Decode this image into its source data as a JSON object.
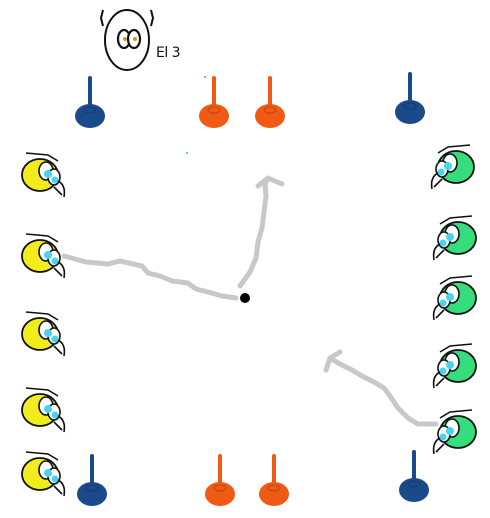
{
  "referee": {
    "label": "El 3",
    "icon": "referee-face-icon"
  },
  "colors": {
    "team_left": "#f2ec1c",
    "team_right": "#35dd7c",
    "team_eye": "#48d4f0",
    "cone_blue": "#1b4a8a",
    "cone_orange": "#f05a14",
    "path": "#c8c8c8",
    "ball": "#000000",
    "outline": "#111111"
  },
  "players_left": [
    {
      "icon": "yellow-player-icon"
    },
    {
      "icon": "yellow-player-icon"
    },
    {
      "icon": "yellow-player-icon"
    },
    {
      "icon": "yellow-player-icon"
    },
    {
      "icon": "yellow-player-icon"
    }
  ],
  "players_right": [
    {
      "icon": "green-player-icon"
    },
    {
      "icon": "green-player-icon"
    },
    {
      "icon": "green-player-icon"
    },
    {
      "icon": "green-player-icon"
    },
    {
      "icon": "green-player-icon"
    }
  ],
  "cones": [
    {
      "color": "blue",
      "icon": "blue-cone-icon"
    },
    {
      "color": "orange",
      "icon": "orange-cone-icon"
    },
    {
      "color": "orange",
      "icon": "orange-cone-icon"
    },
    {
      "color": "blue",
      "icon": "blue-cone-icon"
    },
    {
      "color": "blue",
      "icon": "blue-cone-icon"
    },
    {
      "color": "orange",
      "icon": "orange-cone-icon"
    },
    {
      "color": "orange",
      "icon": "orange-cone-icon"
    },
    {
      "color": "blue",
      "icon": "blue-cone-icon"
    }
  ],
  "paths": [
    {
      "icon": "pass-path-icon"
    },
    {
      "icon": "run-path-icon"
    },
    {
      "icon": "pass-path-icon"
    }
  ],
  "ball": {
    "icon": "ball-icon"
  }
}
